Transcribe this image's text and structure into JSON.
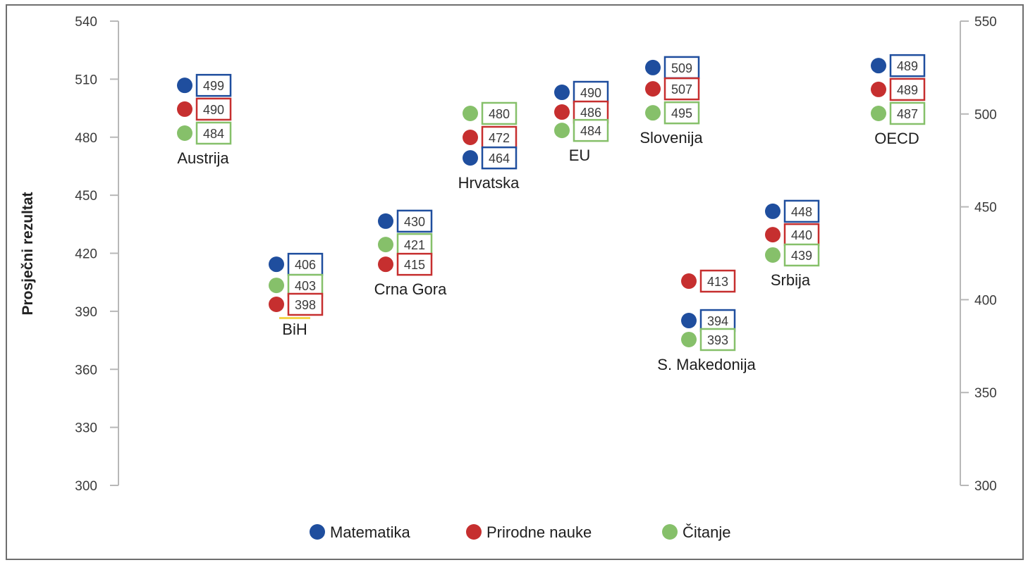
{
  "chart_data": {
    "type": "scatter",
    "title": "",
    "ylabel": "Prosječni rezultat",
    "y_left": {
      "min": 300,
      "max": 540,
      "ticks": [
        300,
        330,
        360,
        390,
        420,
        450,
        480,
        510,
        540
      ]
    },
    "y_right": {
      "min": 300,
      "max": 550,
      "ticks": [
        300,
        350,
        400,
        450,
        500,
        550
      ]
    },
    "grid": false,
    "legend_position": "bottom",
    "series": [
      {
        "key": "mat",
        "name": "Matematika",
        "color": "#1f4e9e"
      },
      {
        "key": "prir",
        "name": "Prirodne nauke",
        "color": "#c62f2f"
      },
      {
        "key": "cit",
        "name": "Čitanje",
        "color": "#86c06a"
      }
    ],
    "countries": [
      {
        "name": "Austrija",
        "values": {
          "mat": 499,
          "prir": 490,
          "cit": 484
        },
        "plot_left_axis": {
          "mat": 506.8,
          "prir": 494.5,
          "cit": 482.1
        }
      },
      {
        "name": "BiH",
        "values": {
          "mat": 406,
          "prir": 398,
          "cit": 403
        },
        "plot_left_axis": {
          "mat": 414.3,
          "cit": 403.4,
          "prir": 393.6
        },
        "label_highlight": "#f2d44a"
      },
      {
        "name": "Crna Gora",
        "values": {
          "mat": 430,
          "prir": 415,
          "cit": 421
        },
        "plot_left_axis": {
          "mat": 436.6,
          "cit": 424.5,
          "prir": 414.3
        }
      },
      {
        "name": "Hrvatska",
        "values": {
          "mat": 464,
          "prir": 472,
          "cit": 480
        },
        "plot_left_axis": {
          "cit": 492.3,
          "prir": 479.9,
          "mat": 469.3
        }
      },
      {
        "name": "EU",
        "values": {
          "mat": 490,
          "prir": 486,
          "cit": 484
        },
        "plot_left_axis": {
          "mat": 503.2,
          "prir": 493.0,
          "cit": 483.5
        }
      },
      {
        "name": "Slovenija",
        "values": {
          "mat": 509,
          "prir": 507,
          "cit": 495
        },
        "plot_left_axis": {
          "mat": 516.0,
          "prir": 505.0,
          "cit": 492.6
        }
      },
      {
        "name": "S. Makedonija",
        "values": {
          "mat": 394,
          "prir": 413,
          "cit": 393
        },
        "plot_left_axis": {
          "prir": 405.6,
          "mat": 385.2,
          "cit": 375.4
        }
      },
      {
        "name": "Srbija",
        "values": {
          "mat": 448,
          "prir": 440,
          "cit": 439
        },
        "plot_left_axis": {
          "mat": 441.7,
          "prir": 429.6,
          "cit": 419.1
        }
      },
      {
        "name": "OECD",
        "values": {
          "mat": 489,
          "prir": 489,
          "cit": 487
        },
        "plot_left_axis": {
          "mat": 517.0,
          "prir": 504.7,
          "cit": 492.3
        }
      }
    ]
  }
}
